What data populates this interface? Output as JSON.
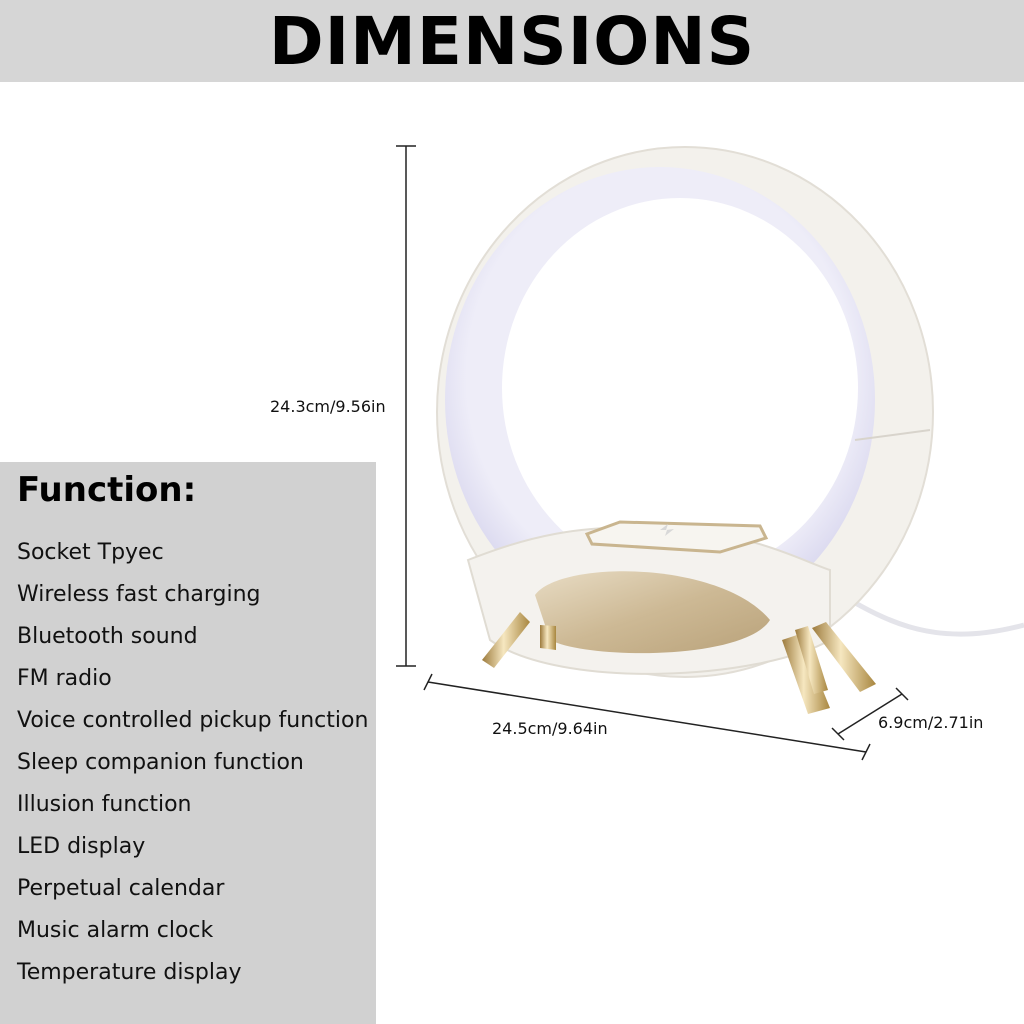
{
  "header": {
    "title": "DIMENSIONS"
  },
  "functions": {
    "title": "Function:",
    "items": [
      "Socket Tpyec",
      "Wireless fast charging",
      "Bluetooth sound",
      "FM radio",
      "Voice controlled pickup function",
      "Sleep companion function",
      "Illusion function",
      "LED display",
      "Perpetual calendar",
      "Music alarm clock",
      "Temperature display"
    ]
  },
  "dimensions": {
    "height": "24.3cm/9.56in",
    "width": "24.5cm/9.64in",
    "depth": "6.9cm/2.71in"
  },
  "colors": {
    "header_bg": "#d6d6d6",
    "panel_bg": "#d1d1d1",
    "ring_white": "#f4f2ee",
    "ring_glow": "#dcdaf2",
    "gold": "#d9c7a2"
  }
}
